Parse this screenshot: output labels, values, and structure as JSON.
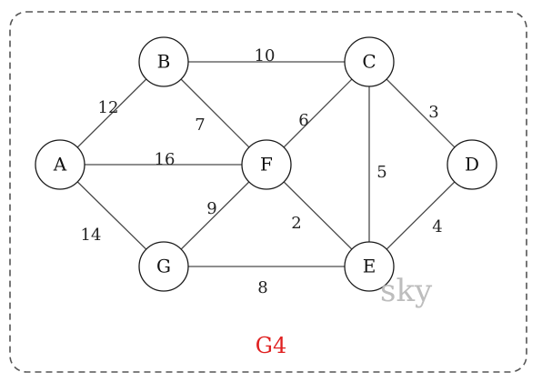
{
  "graph": {
    "nodes": [
      {
        "id": "A",
        "label": "A"
      },
      {
        "id": "B",
        "label": "B"
      },
      {
        "id": "C",
        "label": "C"
      },
      {
        "id": "D",
        "label": "D"
      },
      {
        "id": "E",
        "label": "E"
      },
      {
        "id": "F",
        "label": "F"
      },
      {
        "id": "G",
        "label": "G"
      }
    ],
    "edges": [
      {
        "from": "A",
        "to": "B",
        "weight": "12"
      },
      {
        "from": "A",
        "to": "F",
        "weight": "16"
      },
      {
        "from": "A",
        "to": "G",
        "weight": "14"
      },
      {
        "from": "B",
        "to": "C",
        "weight": "10"
      },
      {
        "from": "B",
        "to": "F",
        "weight": "7"
      },
      {
        "from": "F",
        "to": "C",
        "weight": "6"
      },
      {
        "from": "C",
        "to": "D",
        "weight": "3"
      },
      {
        "from": "C",
        "to": "E",
        "weight": "5"
      },
      {
        "from": "F",
        "to": "G",
        "weight": "9"
      },
      {
        "from": "F",
        "to": "E",
        "weight": "2"
      },
      {
        "from": "D",
        "to": "E",
        "weight": "4"
      },
      {
        "from": "G",
        "to": "E",
        "weight": "8"
      }
    ]
  },
  "caption": "G4",
  "caption_color": "#e02020",
  "watermark": "sky",
  "watermark_color": "#bdbdbd"
}
